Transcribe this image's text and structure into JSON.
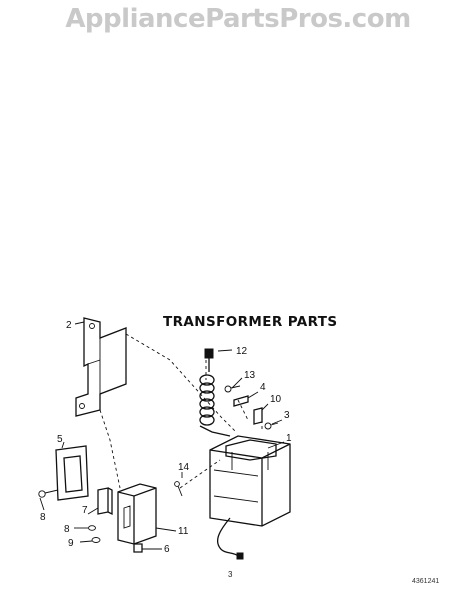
{
  "watermark": "AppliancePartsPros.com",
  "title": "TRANSFORMER PARTS",
  "page_number": "3",
  "document_number": "4361241",
  "callouts": {
    "c1": "1",
    "c2": "2",
    "c3": "3",
    "c4": "4",
    "c5": "5",
    "c6": "6",
    "c7": "7",
    "c8": "8",
    "c9": "9",
    "c10": "10",
    "c11": "11",
    "c12": "12",
    "c13": "13",
    "c14": "14"
  }
}
